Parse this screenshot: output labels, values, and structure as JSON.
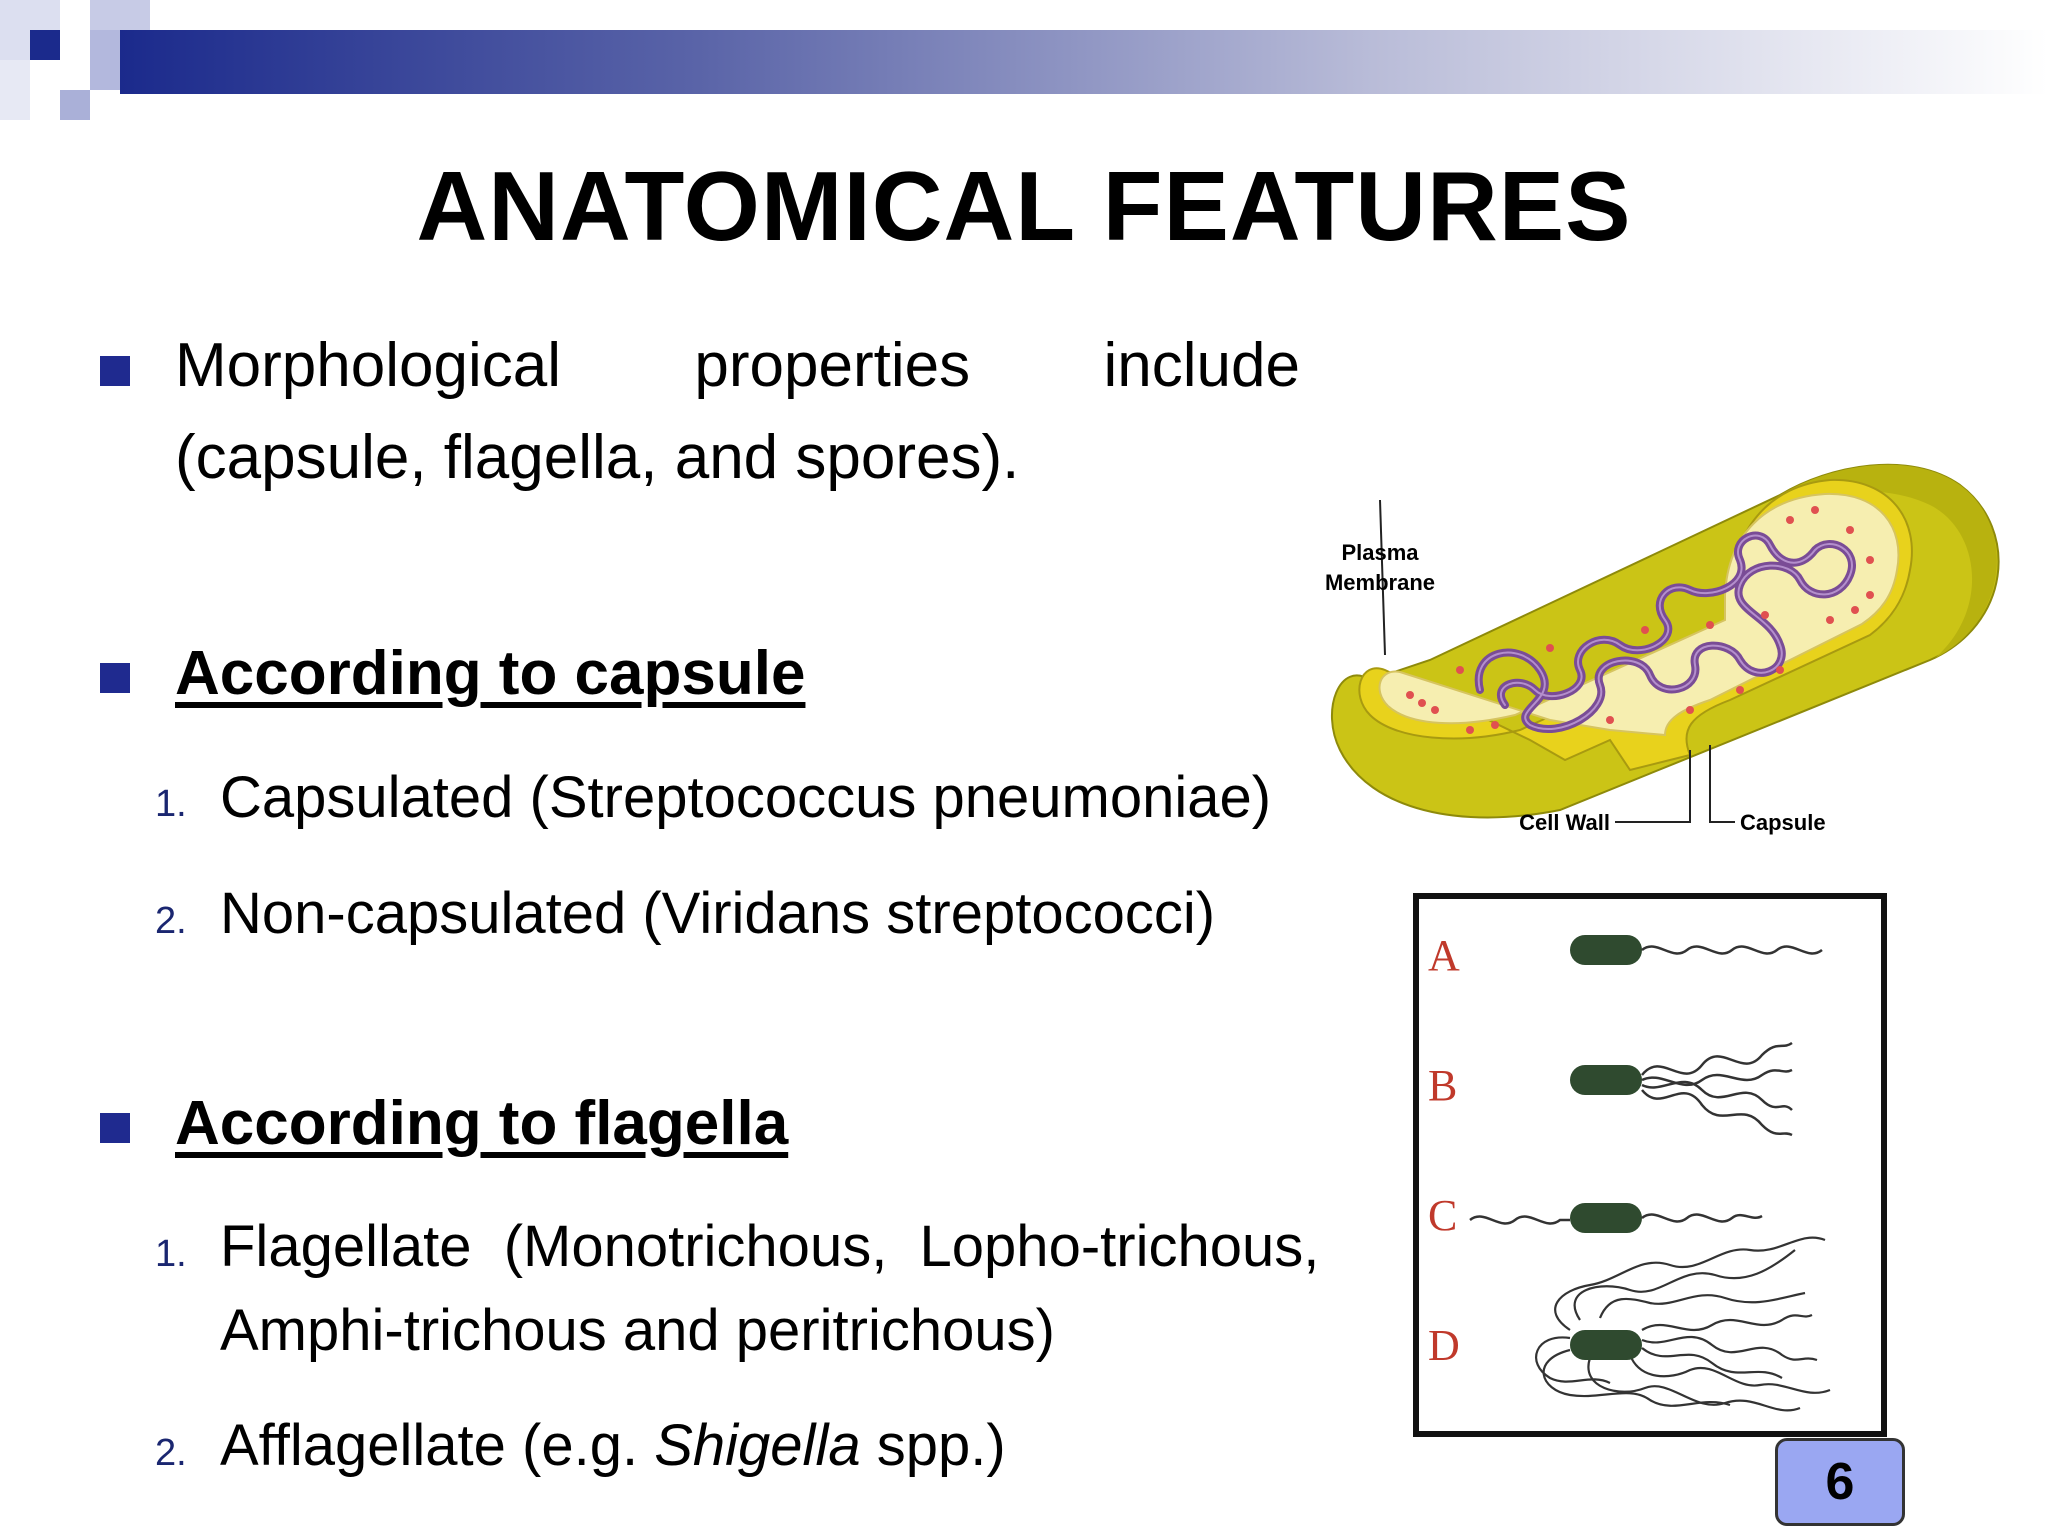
{
  "slide": {
    "title": "ANATOMICAL FEATURES",
    "page_number": "6"
  },
  "intro": {
    "line1_words": [
      "Morphological",
      "properties",
      "include"
    ],
    "line2": "(capsule, flagella, and spores)."
  },
  "capsule_section": {
    "heading": "According to capsule",
    "items": [
      {
        "num": "1.",
        "text": "Capsulated (Streptococcus pneumoniae)"
      },
      {
        "num": "2.",
        "text": "Non-capsulated (Viridans streptococci)"
      }
    ]
  },
  "flagella_section": {
    "heading": "According to flagella",
    "item1": {
      "num": "1.",
      "line1": "Flagellate  (Monotrichous,  Lopho-trichous,",
      "line2": "Amphi-trichous and peritrichous)"
    },
    "item2": {
      "num": "2.",
      "prefix": "Afflagellate (e.g. ",
      "italic": "Shigella",
      "suffix": " spp.)"
    }
  },
  "cell_diagram": {
    "labels": {
      "plasma_line1": "Plasma",
      "plasma_line2": "Membrane",
      "cell_wall": "Cell Wall",
      "capsule": "Capsule"
    },
    "colors": {
      "capsule": "#c9c410",
      "wall": "#e5d21a",
      "cytoplasm": "#f6eeb0",
      "dna": "#7a4c96",
      "ribosome": "#e05050"
    }
  },
  "flagella_diagram": {
    "letters": [
      "A",
      "B",
      "C",
      "D"
    ],
    "letter_color": "#c0392b",
    "cell_color": "#2f4a2f"
  }
}
